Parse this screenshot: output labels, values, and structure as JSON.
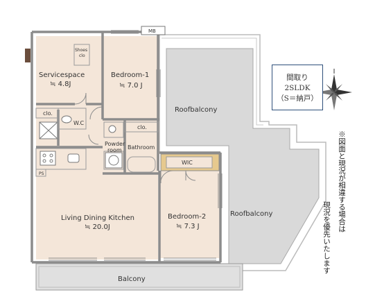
{
  "rooms": {
    "service_space": {
      "name": "Servicespace",
      "area": "≒ 4.8J"
    },
    "bedroom_1": {
      "name": "Bedroom-1",
      "area": "≒ 7.0 J"
    },
    "living": {
      "name": "Living Dining Kitchen",
      "area": "≒ 20.0J"
    },
    "bedroom_2": {
      "name": "Bedroom-2",
      "area": "≒ 7.3 J"
    },
    "roof_balcony_upper": "Roofbalcony",
    "roof_balcony_lower": "Roofbalcony",
    "balcony": "Balcony",
    "powder_room": [
      "Powder",
      "room"
    ],
    "bathroom": "Bathroom",
    "wc": "W.C",
    "wic": "WIC",
    "closet_1": "clo.",
    "closet_2": "clo.",
    "shoes_closet": [
      "Shoes",
      "clo"
    ],
    "mb": "MB",
    "ps": "PS"
  },
  "info_box": {
    "line1": "間取り",
    "line2": "2SLDK",
    "line3": "（S＝納戸）"
  },
  "note": {
    "col1": "※図面と現況が相違する場合は",
    "col2": "現況を優先いたします"
  },
  "compass": {
    "icon": "compass-rose-icon"
  },
  "colors": {
    "floor_wood": "#f4e6d9",
    "roof_balcony": "#d9d9d9",
    "balcony": "#e0e0e0",
    "wall": "#8c8c8c",
    "wic_fill": "#e6c98e",
    "info_border": "#2e4f7a"
  }
}
